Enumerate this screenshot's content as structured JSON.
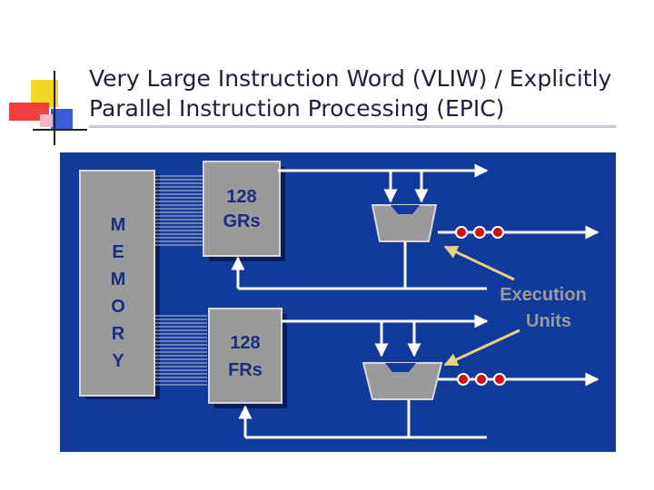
{
  "title": {
    "line1": "Very Large Instruction Word (VLIW) / Explicitly",
    "line2": "Parallel Instruction Processing (EPIC)"
  },
  "diagram": {
    "memory_letters": [
      "M",
      "E",
      "M",
      "O",
      "R",
      "Y"
    ],
    "gr_label_line1": "128",
    "gr_label_line2": "GRs",
    "fr_label_line1": "128",
    "fr_label_line2": "FRs",
    "execution_label_line1": "Execution",
    "execution_label_line2": "Units",
    "colors": {
      "background": "#123a9a",
      "box_fill": "#9a9a9a",
      "label_text": "#1c2d80",
      "arrow": "#ffffff",
      "annotation_arrow": "#e8d27a",
      "dots": "#d01010"
    }
  }
}
